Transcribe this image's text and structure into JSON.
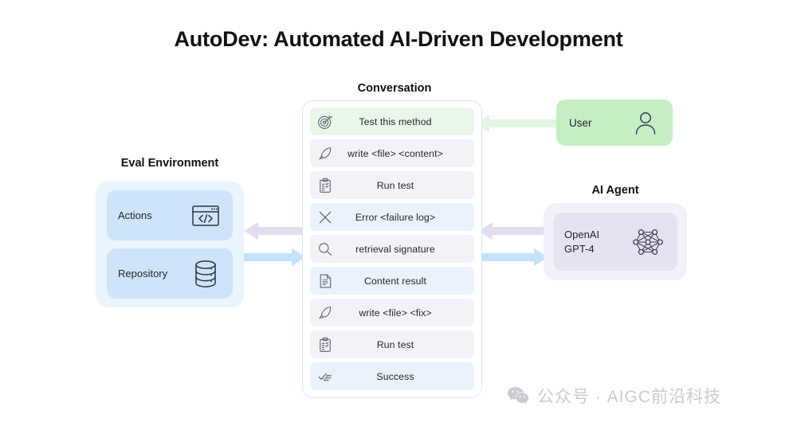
{
  "title": "AutoDev: Automated AI-Driven Development",
  "captions": {
    "conversation": "Conversation",
    "eval_environment": "Eval Environment",
    "ai_agent": "AI Agent"
  },
  "conversation": {
    "rows": [
      {
        "icon": "target-icon",
        "label": "Test this method",
        "bg": "green"
      },
      {
        "icon": "quill-pen-icon",
        "label": "write <file> <content>",
        "bg": "purple"
      },
      {
        "icon": "clipboard-icon",
        "label": "Run test",
        "bg": "purple"
      },
      {
        "icon": "x-cross-icon",
        "label": "Error <failure log>",
        "bg": "blue"
      },
      {
        "icon": "magnifier-icon",
        "label": "retrieval signature",
        "bg": "purple"
      },
      {
        "icon": "document-icon",
        "label": "Content result",
        "bg": "blue"
      },
      {
        "icon": "quill-pen-icon",
        "label": "write <file> <fix>",
        "bg": "purple"
      },
      {
        "icon": "clipboard-icon",
        "label": "Run test",
        "bg": "purple"
      },
      {
        "icon": "check-list-icon",
        "label": "Success",
        "bg": "blue"
      }
    ]
  },
  "eval_environment": {
    "cards": [
      {
        "label": "Actions",
        "icon": "code-window-icon"
      },
      {
        "label": "Repository",
        "icon": "database-icon"
      }
    ]
  },
  "user": {
    "label": "User",
    "icon": "person-icon"
  },
  "ai_agent": {
    "label": "OpenAI\nGPT-4",
    "icon": "neural-network-icon"
  },
  "watermark": {
    "icon": "wechat-icon",
    "text": "公众号 · AIGC前沿科技"
  },
  "colors": {
    "green": "#c5eec5",
    "green_row": "#e9f7e9",
    "blue_panel": "#eaf4fd",
    "blue_card": "#cfe4f8",
    "blue_row": "#eaf2fb",
    "purple_panel": "#f3f0f9",
    "purple_card": "#e7e2f2",
    "purple_row": "#f4f2f8",
    "arrow_purple": "#e4ddef",
    "arrow_blue": "#c5e2fb",
    "arrow_green": "#e2f6e2",
    "panel_border": "#d7e6f7",
    "watermark": "#c9ccd1"
  }
}
